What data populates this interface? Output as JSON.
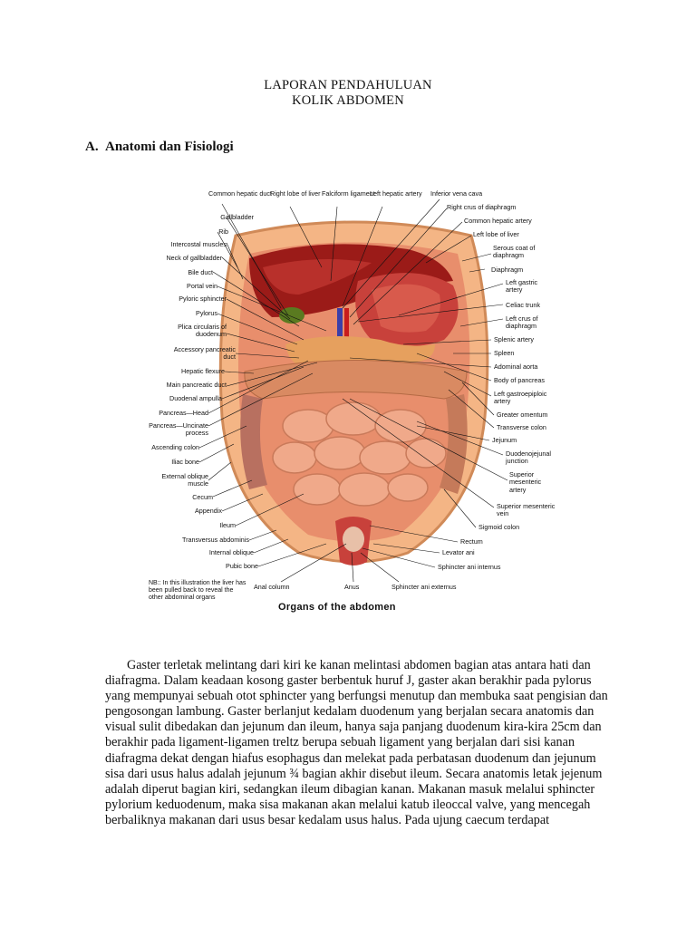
{
  "document": {
    "title_line1": "LAPORAN PENDAHULUAN",
    "title_line2": "KOLIK ABDOMEN",
    "section": {
      "number": "A.",
      "title": "Anatomi dan Fisiologi"
    },
    "figure": {
      "caption": "Organs of the abdomen",
      "note": "NB:: In this illustration the liver has been pulled back to reveal the other abdominal organs",
      "colors": {
        "liver": "#9b1b18",
        "intestine": "#e89a78",
        "colon": "#d98a62",
        "stomach": "#c8413b",
        "body_wall": "#f4b585",
        "gallbladder": "#5a7a20",
        "vessel_blue": "#3b3fa8"
      },
      "labels_left": [
        "Common hepatic duct",
        "Gallbladder",
        "Rib",
        "Intercostal muscles",
        "Neck of gallbladder",
        "Bile duct",
        "Portal vein",
        "Pyloric sphincter",
        "Pylorus",
        "Plica circularis of duodenum",
        "Accessory pancreatic duct",
        "Hepatic flexure",
        "Main pancreatic duct",
        "Duodenal ampulla",
        "Pancreas—Head",
        "Pancreas—Uncinate process",
        "Ascending colon",
        "Iliac bone",
        "External oblique muscle",
        "Cecum",
        "Appendix",
        "Ileum",
        "Transversus abdominis",
        "Internal oblique",
        "Pubic bone"
      ],
      "labels_top": [
        "Right lobe of liver",
        "Falciform ligament",
        "Left hepatic artery",
        "Inferior vena cava"
      ],
      "labels_right": [
        "Right crus of diaphragm",
        "Common hepatic artery",
        "Left lobe of liver",
        "Serous coat of diaphragm",
        "Diaphragm",
        "Left gastric artery",
        "Celiac trunk",
        "Left crus of diaphragm",
        "Splenic artery",
        "Spleen",
        "Adominal aorta",
        "Body of pancreas",
        "Left gastroepiploic artery",
        "Greater omentum",
        "Transverse colon",
        "Jejunum",
        "Duodenojejunal junction",
        "Superior mesenteric artery",
        "Superior mesenteric vein",
        "Sigmoid colon",
        "Rectum",
        "Levator ani",
        "Sphincter ani internus"
      ],
      "labels_bottom": [
        "Anal column",
        "Anus",
        "Sphincter ani externus"
      ]
    },
    "paragraph": "Gaster terletak melintang dari kiri ke kanan melintasi abdomen bagian atas antara hati dan diafragma. Dalam keadaan kosong gaster berbentuk huruf J, gaster akan berakhir pada pylorus yang mempunyai sebuah otot sphincter yang berfungsi menutup dan membuka saat pengisian dan pengosongan lambung. Gaster berlanjut kedalam duodenum yang berjalan secara anatomis dan visual sulit dibedakan dan jejunum dan ileum, hanya saja panjang duodenum kira-kira 25cm dan berakhir pada ligament-ligamen treltz berupa sebuah ligament yang berjalan dari sisi kanan diafragma dekat dengan hiafus esophagus dan melekat pada perbatasan duodenum dan jejunum sisa dari usus halus adalah jejunum ¾ bagian akhir disebut ileum. Secara anatomis letak jejenum adalah diperut bagian kiri, sedangkan ileum dibagian kanan. Makanan masuk melalui sphincter pylorium keduodenum, maka sisa makanan akan melalui katub ileoccal valve, yang mencegah berbaliknya makanan dari usus besar kedalam usus halus. Pada ujung caecum terdapat"
  }
}
